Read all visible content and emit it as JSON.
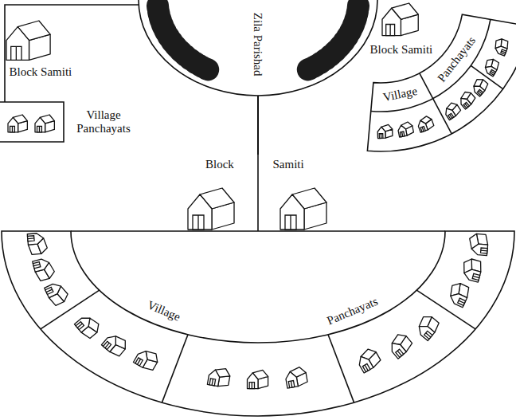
{
  "diagram": {
    "nodes": [
      {
        "text": [
          "Zila Parishad"
        ]
      },
      {
        "text": [
          "Block Samiti"
        ]
      },
      {
        "text": [
          "Village Panchayats"
        ]
      },
      {
        "text": [
          "Block Samiti"
        ]
      },
      {
        "text": [
          "Village",
          "Panchayats"
        ]
      },
      {
        "text": [
          "Block",
          "Samiti"
        ]
      },
      {
        "text": [
          "Village",
          "Panchayats"
        ]
      }
    ],
    "edges": [
      {
        "from": 0,
        "to": 5,
        "arrow": "none"
      }
    ]
  }
}
